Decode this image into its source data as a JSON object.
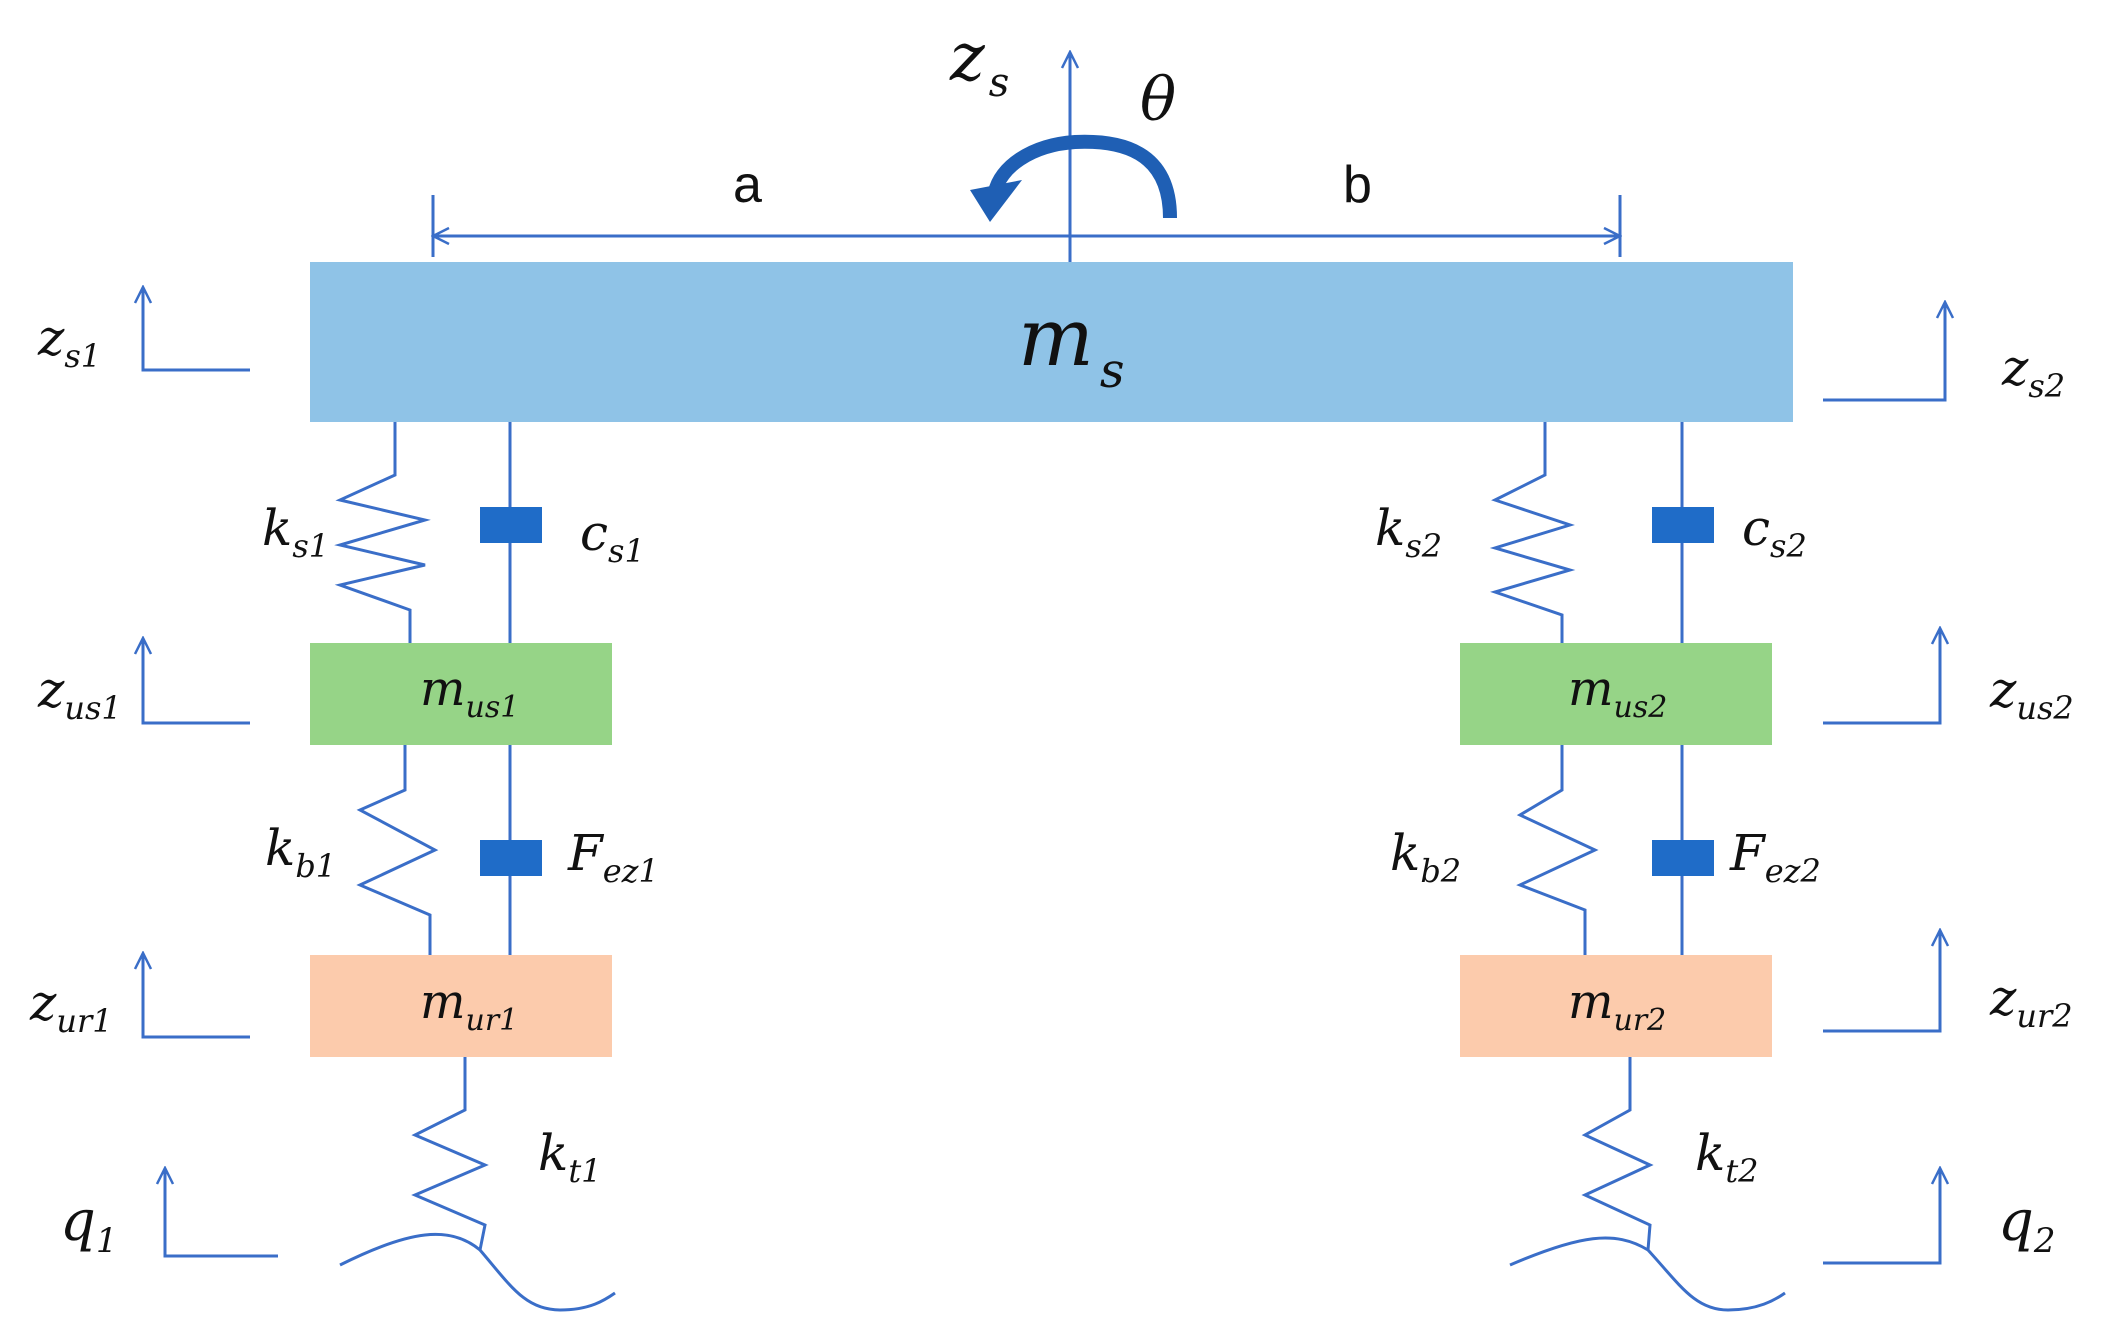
{
  "colors": {
    "line": "#3a6ec8",
    "sprung_mass": "#8fc3e7",
    "unsprung_seat_mass": "#96d487",
    "unsprung_rail_mass": "#fccbac",
    "damper": "#1f6cc8",
    "rotation_arrow": "#1f5fb4"
  },
  "labels": {
    "zs": {
      "main": "z",
      "sub": "s"
    },
    "theta": "θ",
    "a": "a",
    "b": "b",
    "ms": {
      "main": "m",
      "sub": "s"
    },
    "zs1": {
      "main": "z",
      "sub": "s1"
    },
    "zs2": {
      "main": "z",
      "sub": "s2"
    },
    "ks1": {
      "main": "k",
      "sub": "s1"
    },
    "cs1": {
      "main": "c",
      "sub": "s1"
    },
    "ks2": {
      "main": "k",
      "sub": "s2"
    },
    "cs2": {
      "main": "c",
      "sub": "s2"
    },
    "mus1": {
      "main": "m",
      "sub": "us1"
    },
    "mus2": {
      "main": "m",
      "sub": "us2"
    },
    "zus1": {
      "main": "z",
      "sub": "us1"
    },
    "zus2": {
      "main": "z",
      "sub": "us2"
    },
    "kb1": {
      "main": "k",
      "sub": "b1"
    },
    "fez1": {
      "main": "F",
      "sub": "ez1"
    },
    "kb2": {
      "main": "k",
      "sub": "b2"
    },
    "fez2": {
      "main": "F",
      "sub": "ez2"
    },
    "mur1": {
      "main": "m",
      "sub": "ur1"
    },
    "mur2": {
      "main": "m",
      "sub": "ur2"
    },
    "zur1": {
      "main": "z",
      "sub": "ur1"
    },
    "zur2": {
      "main": "z",
      "sub": "ur2"
    },
    "kt1": {
      "main": "k",
      "sub": "t1"
    },
    "kt2": {
      "main": "k",
      "sub": "t2"
    },
    "q1": {
      "main": "q",
      "sub": "1"
    },
    "q2": {
      "main": "q",
      "sub": "2"
    }
  }
}
